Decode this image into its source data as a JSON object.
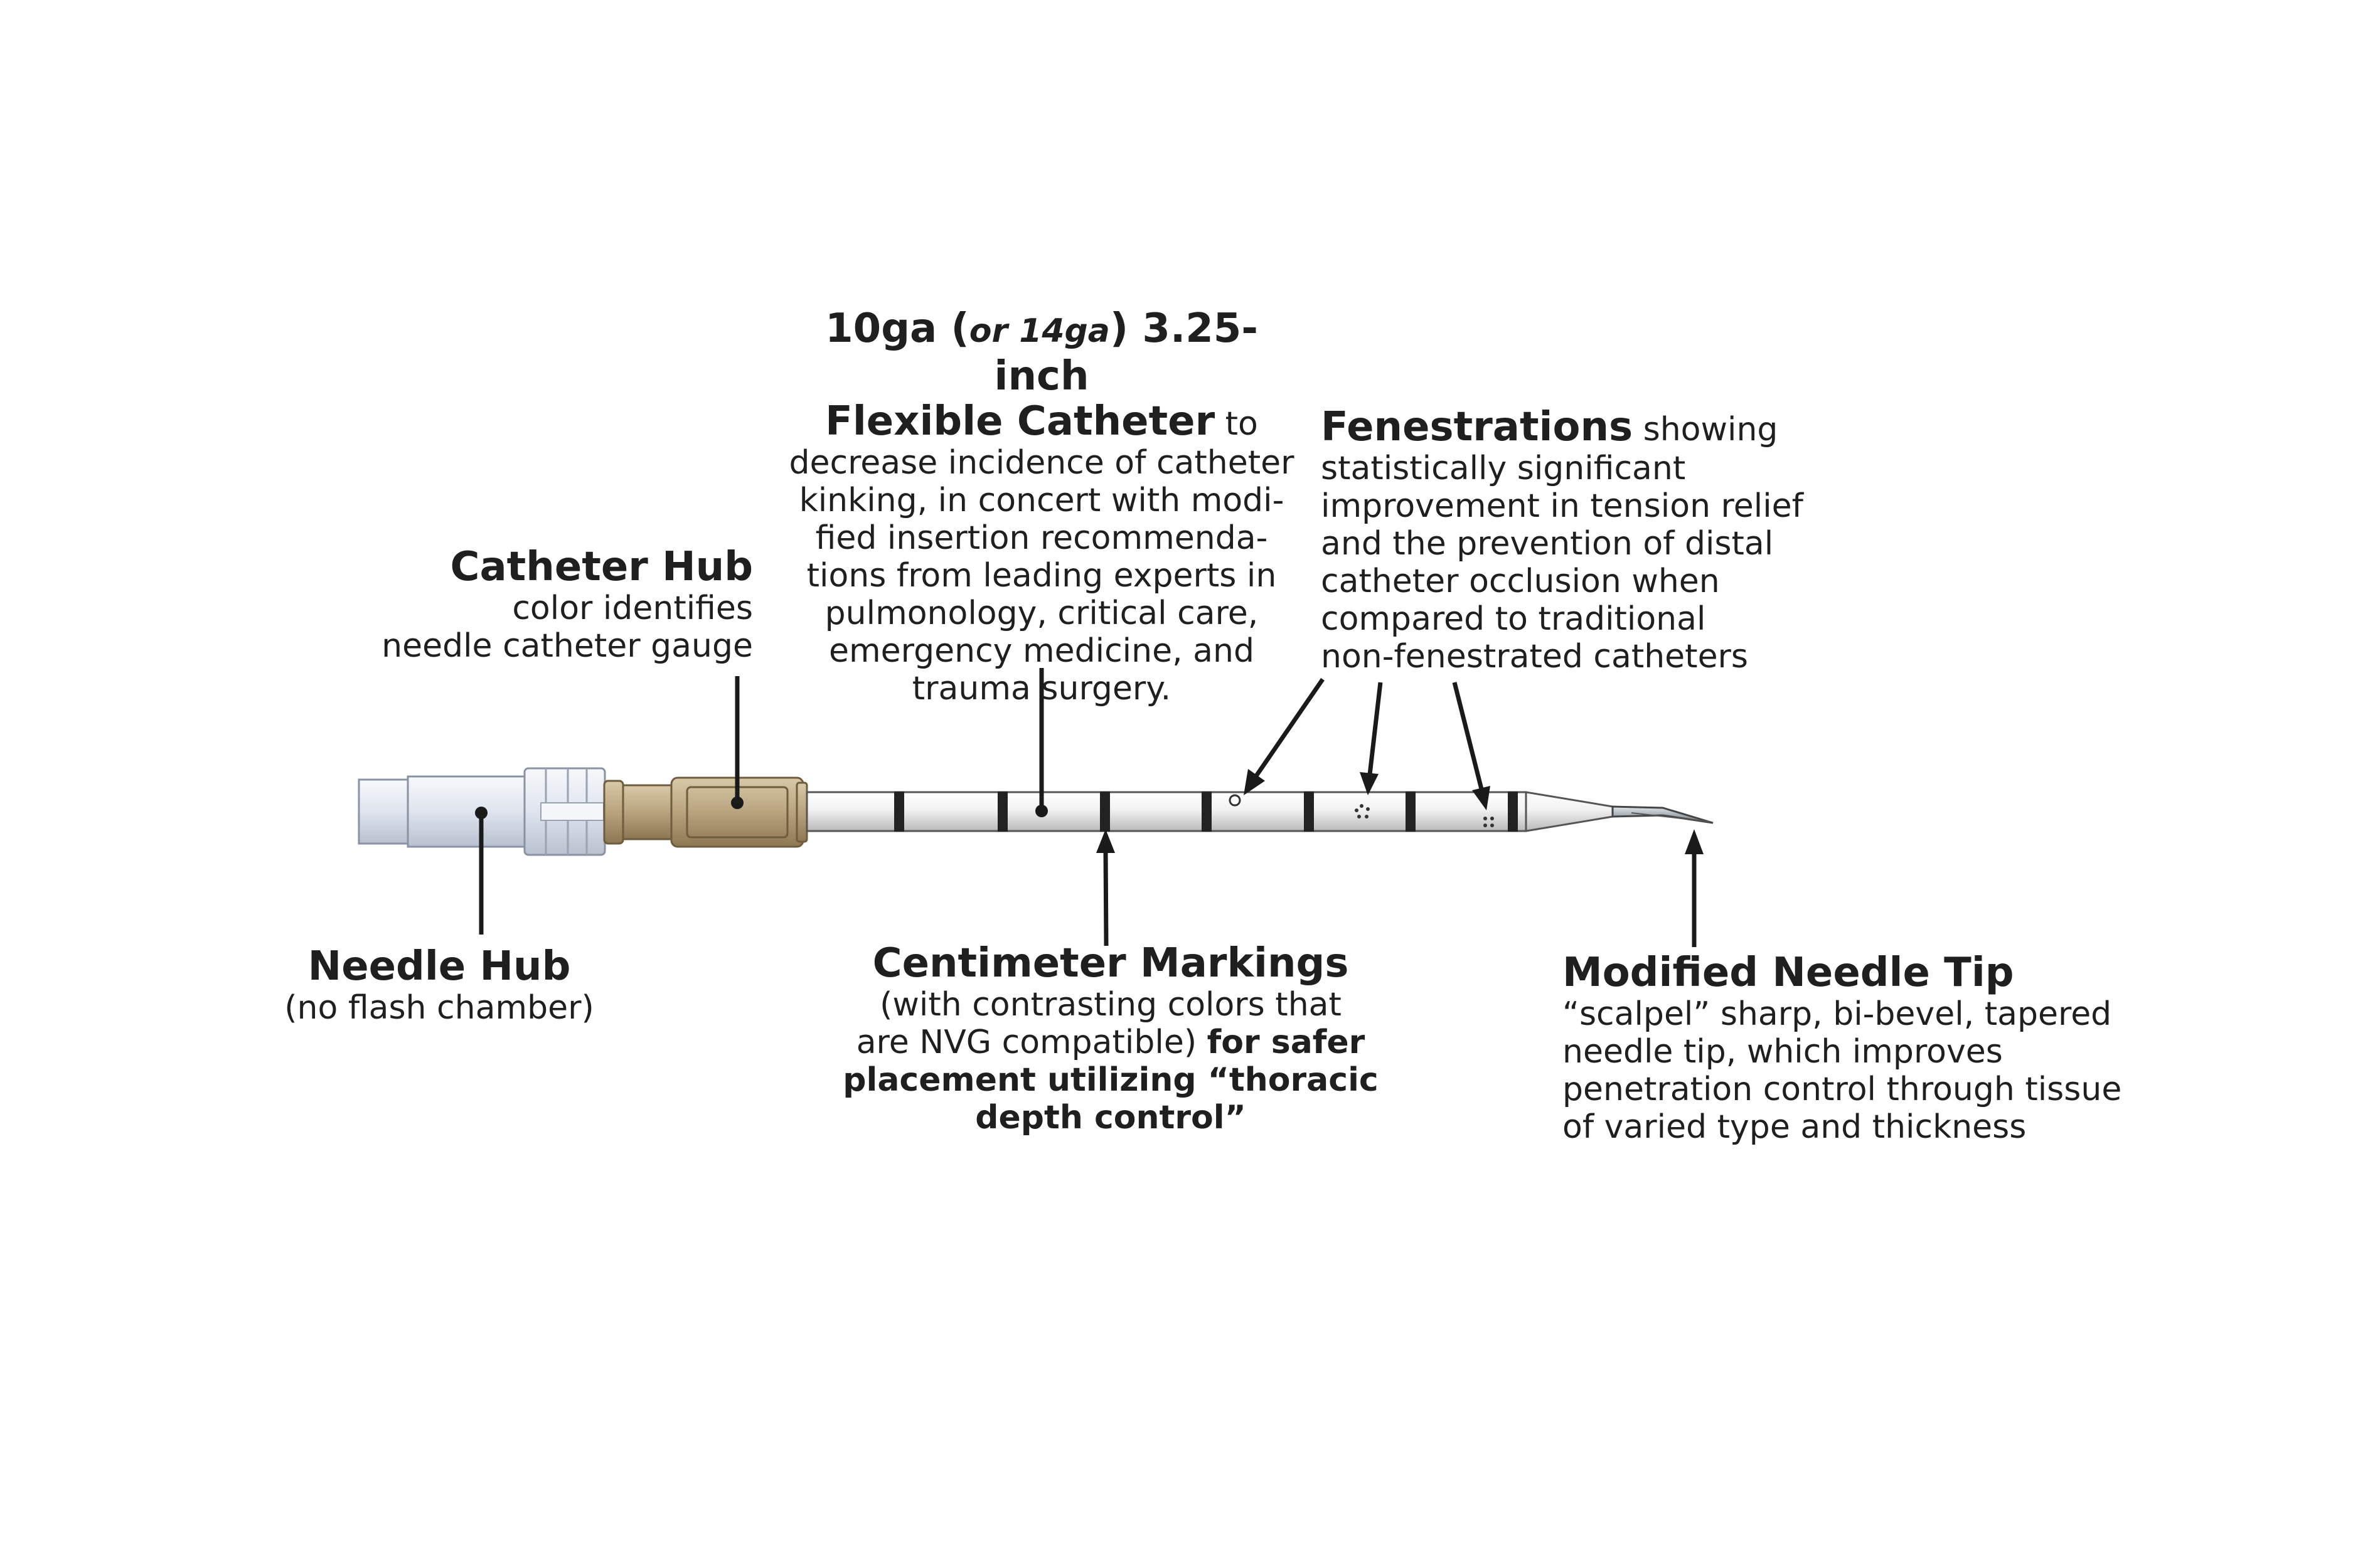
{
  "catheter_hub": {
    "title": "Catheter Hub",
    "line1": "color identifies",
    "line2": "needle catheter gauge"
  },
  "flexible_catheter": {
    "title_a": "10ga (",
    "title_italic": "or 14ga",
    "title_b": ") 3.25-inch",
    "title_c": "Flexible Catheter",
    "title_suffix": " to",
    "lines": [
      "decrease incidence of catheter",
      "kinking, in concert with modi-",
      "fied insertion recommenda-",
      "tions from leading experts in",
      "pulmonology, critical care,",
      "emergency medicine, and",
      "trauma surgery."
    ]
  },
  "fenestrations": {
    "title": "Fenestrations",
    "title_suffix": " showing",
    "lines": [
      "statistically significant",
      "improvement in tension relief",
      "and the prevention of distal",
      "catheter occlusion when",
      "compared to traditional",
      "non-fenestrated catheters"
    ]
  },
  "needle_hub": {
    "title": "Needle Hub",
    "line1": "(no flash chamber)"
  },
  "centimeter_markings": {
    "title": "Centimeter Markings",
    "line1": "(with contrasting colors that",
    "line2_regular": "are NVG compatible) ",
    "line2_bold": "for safer",
    "line3": "placement utilizing “thoracic",
    "line4": "depth control”"
  },
  "modified_needle_tip": {
    "title": "Modified Needle Tip",
    "lines": [
      "“scalpel” sharp, bi-bevel, tapered",
      "needle tip, which improves",
      "penetration control through tissue",
      "of varied type and thickness"
    ]
  },
  "colors": {
    "hub_beige": "#b8a37e",
    "needle_hub_blue": "#dde3ee",
    "catheter_white": "#f4f4f4",
    "marking_dark": "#222222",
    "needle_steel": "#9ea6ae",
    "text": "#1f1f1f"
  }
}
